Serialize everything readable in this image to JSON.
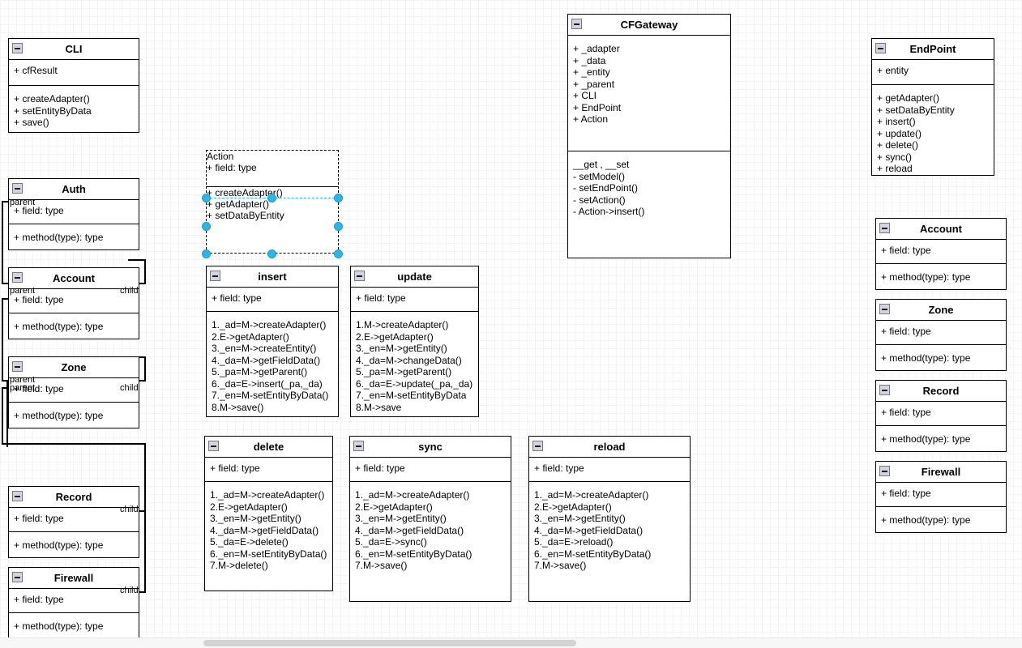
{
  "app": {
    "kind": "uml-class-diagram-editor",
    "accent_color": "#2cb6e8",
    "line_color": "#000000",
    "canvas_background": "#ffffff",
    "grid_minor_color": "#f4f4f4",
    "grid_major_color": "#e3e3e3"
  },
  "icons": {
    "collapse": "minus-box-icon"
  },
  "selection": {
    "selected_class": "Action",
    "handle_color": "#2cb6e8",
    "handle_count": 8
  },
  "connector_labels": {
    "parent": "parent",
    "child": "child"
  },
  "classes": {
    "cli": {
      "name": "CLI",
      "attributes": [
        "+ cfResult"
      ],
      "operations": [
        "+ createAdapter()",
        "+ setEntityByData",
        "+ save()"
      ]
    },
    "action": {
      "name": "Action",
      "attributes": [
        "+ field: type"
      ],
      "operations": [
        "+ createAdapter()",
        "+ getAdapter()",
        "+ setDataByEntity"
      ]
    },
    "cfgateway": {
      "name": "CFGateway",
      "attributes": [
        "+ _adapter",
        "+ _data",
        "+ _entity",
        "+ _parent",
        "+ CLI",
        "+ EndPoint",
        "+ Action"
      ],
      "operations": [
        "__get , __set",
        "- setModel()",
        "- setEndPoint()",
        "- setAction()",
        "- Action->insert()"
      ]
    },
    "endpoint": {
      "name": "EndPoint",
      "attributes": [
        "+  entity"
      ],
      "operations": [
        "+ getAdapter()",
        "+ setDataByEntity",
        "+ insert()",
        "+ update()",
        "+ delete()",
        "+ sync()",
        "+ reload"
      ]
    },
    "auth": {
      "name": "Auth",
      "attributes": [
        "+ field: type"
      ],
      "operations": [
        "+ method(type): type"
      ]
    },
    "account_left": {
      "name": "Account",
      "attributes": [
        "+ field: type"
      ],
      "operations": [
        "+ method(type): type"
      ]
    },
    "zone_left": {
      "name": "Zone",
      "attributes": [
        "+ field: type"
      ],
      "operations": [
        "+ method(type): type"
      ]
    },
    "record_left": {
      "name": "Record",
      "attributes": [
        "+ field: type"
      ],
      "operations": [
        "+ method(type): type"
      ]
    },
    "firewall_left": {
      "name": "Firewall",
      "attributes": [
        "+ field: type"
      ],
      "operations": [
        "+ method(type): type"
      ]
    },
    "account_right": {
      "name": "Account",
      "attributes": [
        "+ field: type"
      ],
      "operations": [
        "+ method(type): type"
      ]
    },
    "zone_right": {
      "name": "Zone",
      "attributes": [
        "+ field: type"
      ],
      "operations": [
        "+ method(type): type"
      ]
    },
    "record_right": {
      "name": "Record",
      "attributes": [
        "+ field: type"
      ],
      "operations": [
        "+ method(type): type"
      ]
    },
    "firewall_right": {
      "name": "Firewall",
      "attributes": [
        "+ field: type"
      ],
      "operations": [
        "+ method(type): type"
      ]
    },
    "insert": {
      "name": "insert",
      "attributes": [
        "+ field: type"
      ],
      "operations": [
        "1._ad=M->createAdapter()",
        "2.E->getAdapter()",
        "3._en=M->createEntity()",
        "4._da=M->getFieldData()",
        "5._pa=M->getParent()",
        "6._da=E->insert(_pa,_da)",
        "7._en=M-setEntityByData()",
        "8.M->save()"
      ]
    },
    "update": {
      "name": "update",
      "attributes": [
        "+ field: type"
      ],
      "operations": [
        "1.M->createAdapter()",
        "2.E->getAdapter()",
        "3._en=M->getEntity()",
        "4._da=M->changeData()",
        "5._pa=M->getParent()",
        "6._da=E->update(_pa,_da)",
        "7._en=M-setEntityByData",
        "8.M->save"
      ]
    },
    "delete": {
      "name": "delete",
      "attributes": [
        "+ field: type"
      ],
      "operations": [
        "1._ad=M->createAdapter()",
        "2.E->getAdapter()",
        "3._en=M->getEntity()",
        "4._da=M->getFieldData()",
        "5._da=E->delete()",
        "6._en=M-setEntityByData()",
        "7.M->delete()"
      ]
    },
    "sync": {
      "name": "sync",
      "attributes": [
        "+ field: type"
      ],
      "operations": [
        "1._ad=M->createAdapter()",
        "2.E->getAdapter()",
        "3._en=M->getEntity()",
        "4._da=M->getFieldData()",
        "5._da=E->sync()",
        "6._en=M-setEntityByData()",
        "7.M->save()"
      ]
    },
    "reload": {
      "name": "reload",
      "attributes": [
        "+ field: type"
      ],
      "operations": [
        "1._ad=M->createAdapter()",
        "2.E->getAdapter()",
        "3._en=M->getEntity()",
        "4._da=M->getFieldData()",
        "5._da=E->reload()",
        "6._en=M-setEntityByData()",
        "7.M->save()"
      ]
    }
  }
}
